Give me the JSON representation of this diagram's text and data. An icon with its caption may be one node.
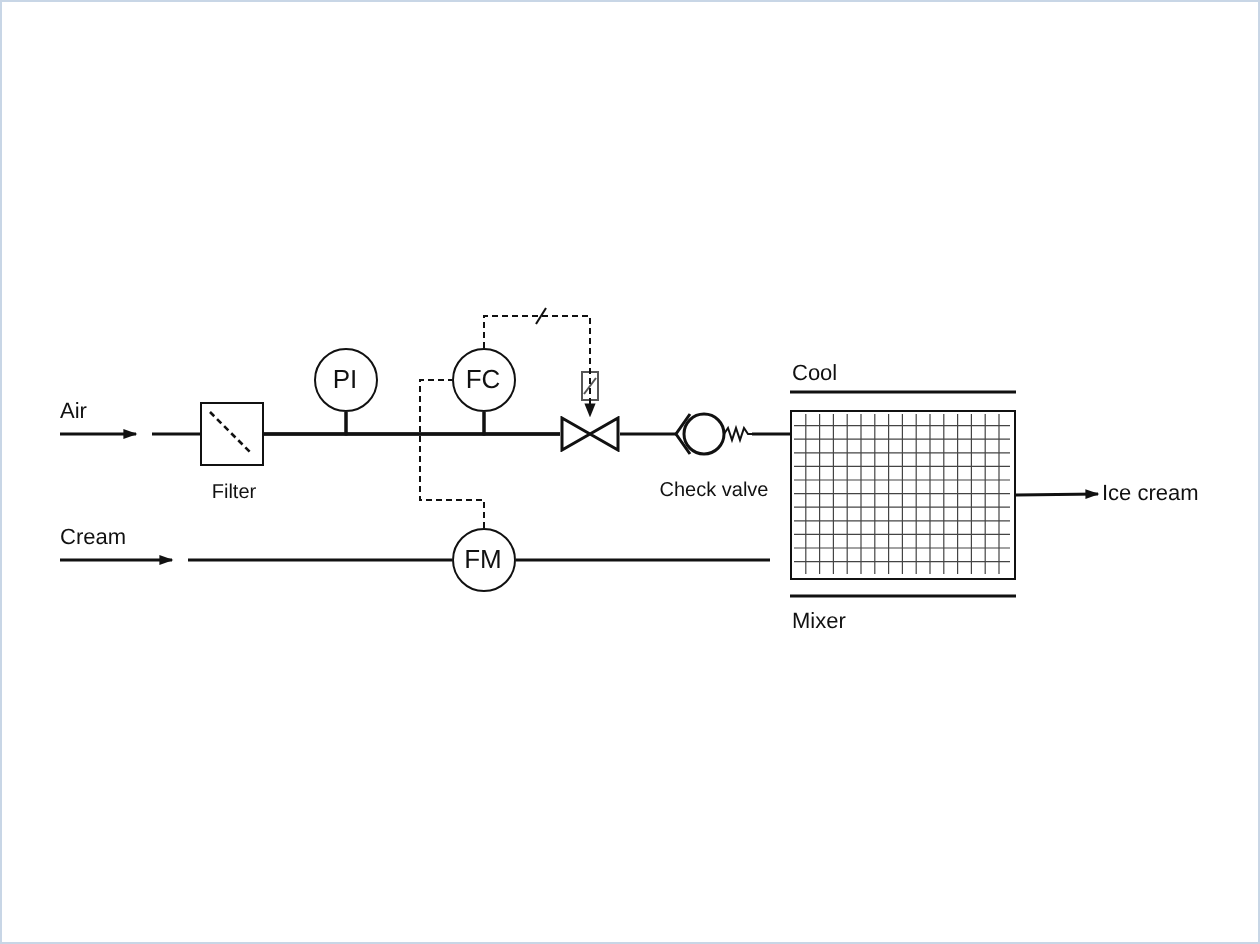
{
  "diagram": {
    "nodes": [
      {
        "text": [
          "Air"
        ]
      },
      {
        "text": [
          "Filter"
        ]
      },
      {
        "text": [
          "PI"
        ]
      },
      {
        "text": [
          "FC"
        ]
      },
      {
        "text": [],
        "shape": "valve"
      },
      {
        "text": [
          "Check valve"
        ]
      },
      {
        "text": [
          "Cool",
          "Mixer"
        ]
      },
      {
        "text": [
          "Ice cream"
        ]
      },
      {
        "text": [
          "Cream"
        ]
      },
      {
        "text": [
          "FM"
        ]
      }
    ],
    "edges": [
      {
        "from": 0,
        "to": null,
        "arrow": "to"
      },
      {
        "from": null,
        "to": 1,
        "arrow": "none"
      },
      {
        "from": 1,
        "to": 4,
        "arrow": "none"
      },
      {
        "from": 4,
        "to": 5,
        "arrow": "none"
      },
      {
        "from": 5,
        "to": 6,
        "arrow": "none"
      },
      {
        "from": 6,
        "to": 7,
        "arrow": "to"
      },
      {
        "from": 8,
        "to": null,
        "arrow": "to"
      },
      {
        "from": null,
        "to": 9,
        "arrow": "none"
      },
      {
        "from": 9,
        "to": 6,
        "arrow": "none"
      },
      {
        "from": 3,
        "to": 4,
        "arrow": "to",
        "style": "dashed"
      },
      {
        "from": 9,
        "to": 3,
        "arrow": "none",
        "style": "dashed"
      },
      {
        "from": 2,
        "to": 1,
        "arrow": "none"
      },
      {
        "from": 2,
        "to": 4,
        "arrow": "none"
      },
      {
        "from": 3,
        "to": 1,
        "arrow": "none"
      },
      {
        "from": 3,
        "to": 4,
        "arrow": "none"
      }
    ]
  }
}
